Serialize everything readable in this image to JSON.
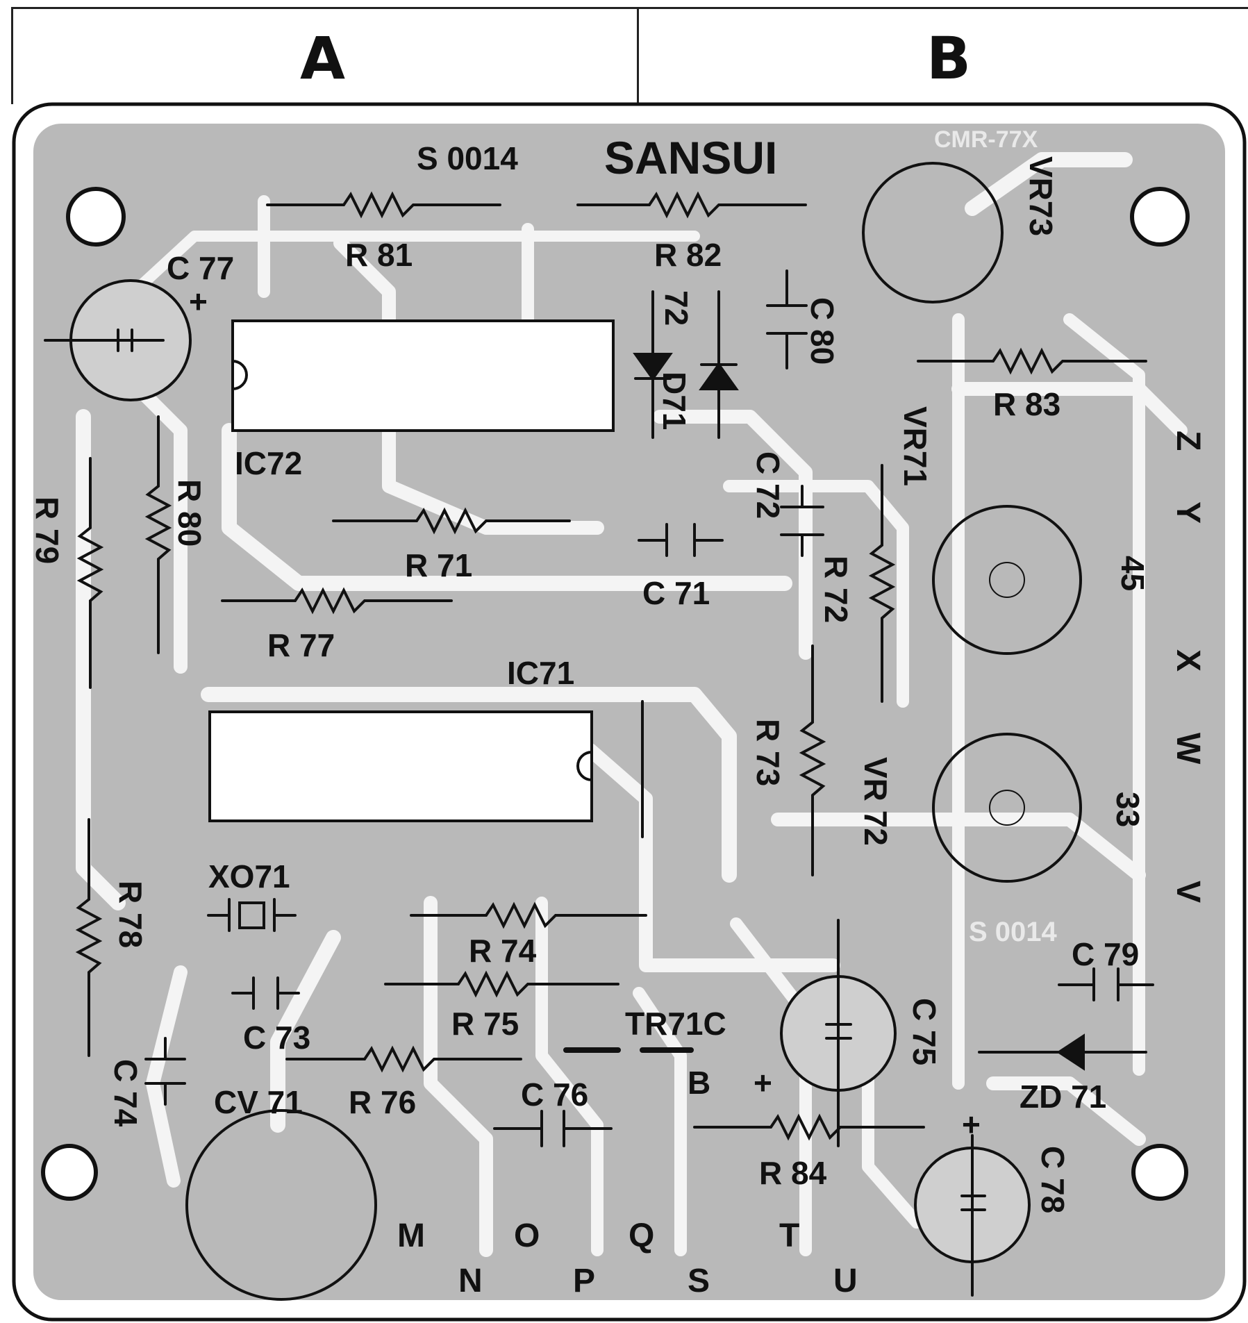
{
  "sections": {
    "left": "A",
    "right": "B"
  },
  "board": {
    "brand": "SANSUI",
    "part_number": "S 0014",
    "ghost_top": "CMR-77X",
    "ghost_mid": "S 0014"
  },
  "labels": {
    "r81": "R 81",
    "r82": "R 82",
    "r83": "R 83",
    "c77": "C 77",
    "c80": "C 80",
    "d72": "72",
    "d71": "D71",
    "vr73": "VR73",
    "ic72": "IC72",
    "r80": "R 80",
    "r79": "R 79",
    "c72": "C 72",
    "vr71": "VR71",
    "r71": "R 71",
    "c71": "C 71",
    "r72": "R 72",
    "r77": "R 77",
    "ic71": "IC71",
    "r73": "R 73",
    "vr72": "VR 72",
    "xo71": "XO71",
    "r78": "R 78",
    "r74": "R 74",
    "r75": "R 75",
    "c73": "C 73",
    "c74": "C 74",
    "tr71c": "TR71C",
    "c75": "C 75",
    "c79": "C 79",
    "zd71": "ZD 71",
    "cv71": "CV 71",
    "r76": "R 76",
    "c76": "C 76",
    "b": "B",
    "r84": "R 84",
    "c78": "C 78",
    "vr71_value": "45",
    "vr72_value": "33",
    "plus_c77": "+",
    "plus_c75": "+",
    "plus_c78": "+"
  },
  "terminals_right": [
    "Z",
    "Y",
    "X",
    "W",
    "V"
  ],
  "terminals_bottom_upper": [
    "M",
    "O",
    "Q",
    "T"
  ],
  "terminals_bottom_lower": [
    "N",
    "P",
    "S",
    "U"
  ]
}
